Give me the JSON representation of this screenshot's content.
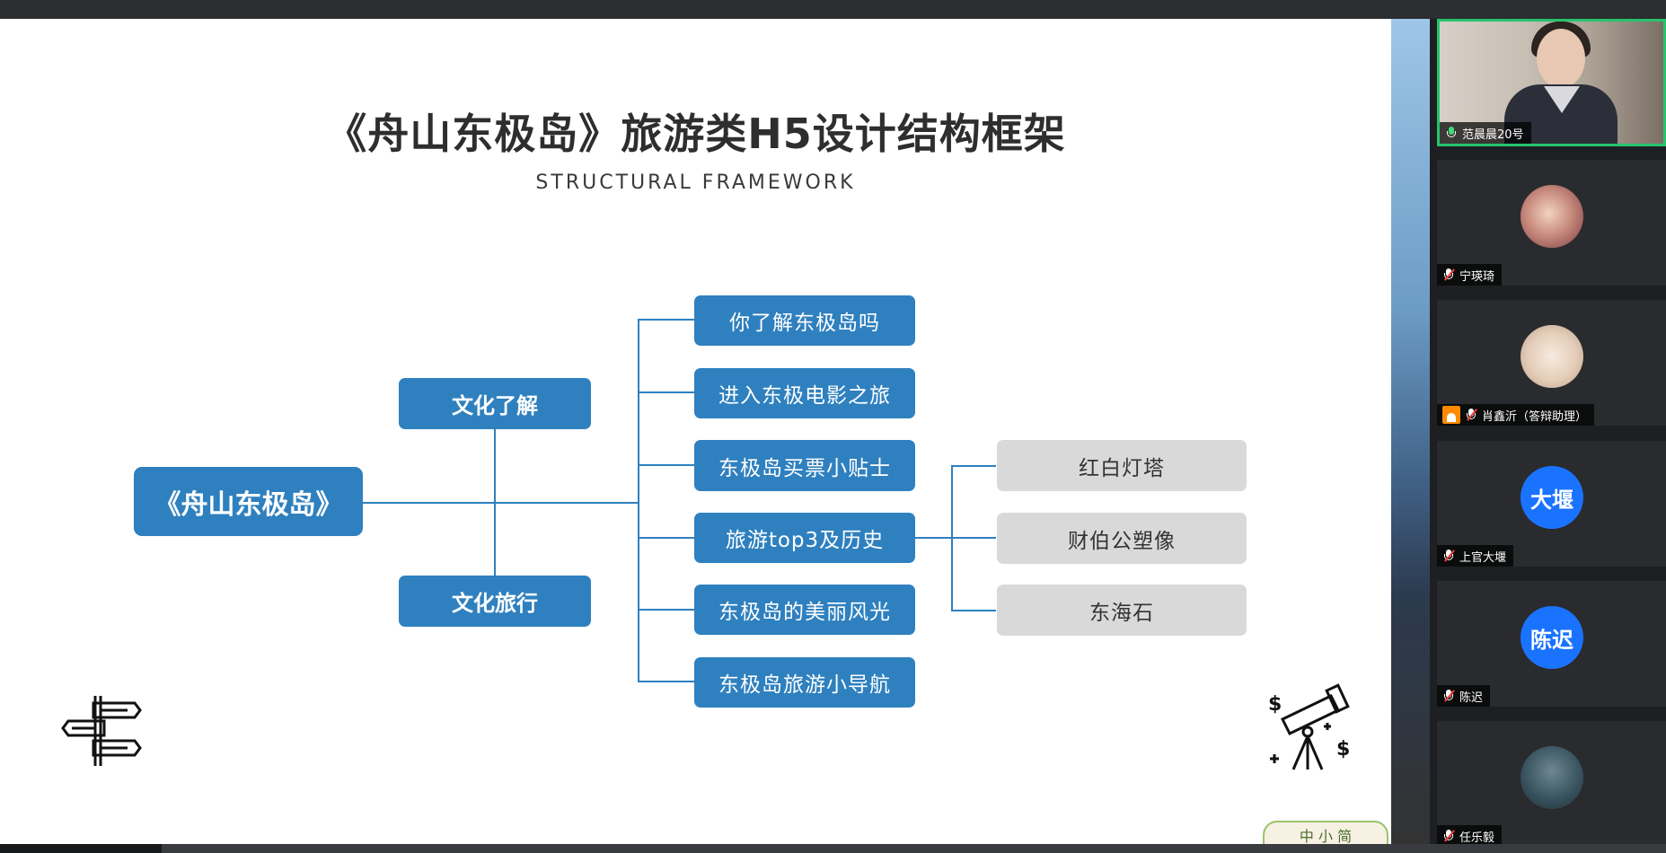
{
  "slide": {
    "title": "《舟山东极岛》旅游类H5设计结构框架",
    "subtitle": "STRUCTURAL FRAMEWORK",
    "root": "《舟山东极岛》",
    "branches": [
      "文化了解",
      "文化旅行"
    ],
    "leaves": [
      "你了解东极岛吗",
      "进入东极电影之旅",
      "东极岛买票小贴士",
      "旅游top3及历史",
      "东极岛的美丽风光",
      "东极岛旅游小导航"
    ],
    "subleaves": [
      "红白灯塔",
      "财伯公塑像",
      "东海石"
    ],
    "watermark": "中 小 简"
  },
  "participants": [
    {
      "name": "范晨晨20号",
      "mic": "on",
      "type": "video"
    },
    {
      "name": "宁瑛琦",
      "mic": "muted",
      "type": "photo"
    },
    {
      "name": "肖鑫沂（答辩助理）",
      "mic": "muted",
      "type": "photo",
      "host_badge": true
    },
    {
      "name": "上官大堰",
      "mic": "muted",
      "type": "initials",
      "initials": "大堰"
    },
    {
      "name": "陈迟",
      "mic": "muted",
      "type": "initials",
      "initials": "陈迟"
    },
    {
      "name": "任乐毅",
      "mic": "muted",
      "type": "photo"
    }
  ],
  "colors": {
    "accent": "#2f80bf",
    "gray_box": "#d9d9d9",
    "active_border": "#27c36c",
    "avatar_blue": "#1a73ff"
  },
  "icons": [
    "signpost-icon",
    "telescope-icon",
    "microphone-icon",
    "microphone-muted-icon",
    "host-badge-icon"
  ]
}
